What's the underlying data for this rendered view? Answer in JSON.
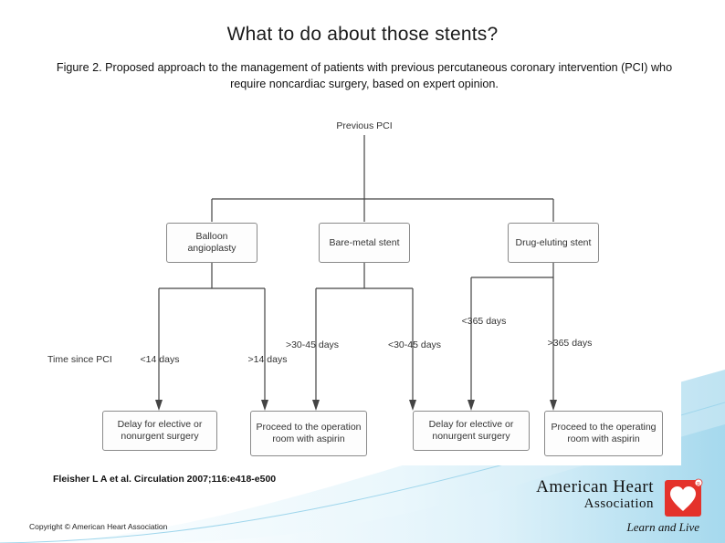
{
  "slide": {
    "title": "What to do about those stents?",
    "caption": "Figure 2. Proposed approach to the management of patients with previous percutaneous coronary intervention (PCI) who require noncardiac surgery, based on expert opinion.",
    "citation": "Fleisher L A et al. Circulation 2007;116:e418-e500",
    "copyright": "Copyright © American Heart Association",
    "logo": {
      "line1": "American Heart",
      "line2": "Association",
      "tagline": "Learn and Live",
      "registered": "®",
      "heart_color": "#e4322b"
    },
    "accent_color": "#bfe3f2"
  },
  "chart_data": {
    "type": "diagram",
    "title": "Previous PCI",
    "root": "Previous PCI",
    "side_label": "Time since PCI",
    "nodes": [
      {
        "id": "root",
        "label": "Previous PCI"
      },
      {
        "id": "balloon",
        "label": "Balloon angioplasty"
      },
      {
        "id": "bms",
        "label": "Bare-metal stent"
      },
      {
        "id": "des",
        "label": "Drug-eluting stent"
      },
      {
        "id": "out1",
        "label": "Delay for elective or nonurgent surgery"
      },
      {
        "id": "out2",
        "label": "Proceed to the operation room with aspirin"
      },
      {
        "id": "out3",
        "label": "Delay for elective or nonurgent surgery"
      },
      {
        "id": "out4",
        "label": "Proceed to the operating room with aspirin"
      }
    ],
    "edge_labels": [
      {
        "id": "e1",
        "label": "<14 days"
      },
      {
        "id": "e2",
        "label": ">14 days"
      },
      {
        "id": "e3",
        "label": ">30-45 days"
      },
      {
        "id": "e4",
        "label": "<30-45 days"
      },
      {
        "id": "e5",
        "label": "<365 days"
      },
      {
        "id": "e6",
        "label": ">365 days"
      }
    ]
  }
}
